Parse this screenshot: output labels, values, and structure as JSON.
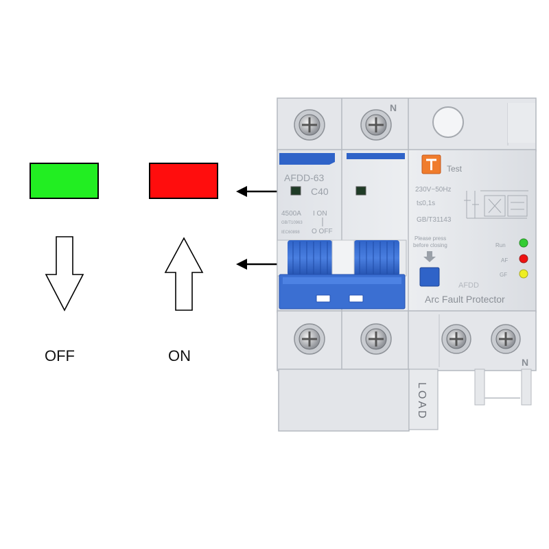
{
  "legend": {
    "off": {
      "label": "OFF",
      "color": "#22ee22",
      "arrow": "down-arrow"
    },
    "on": {
      "label": "ON",
      "color": "#ff0d0d",
      "arrow": "up-arrow"
    }
  },
  "device": {
    "top_terminal_label": "N",
    "bottom_terminal_label": "N",
    "model": "AFDD-63",
    "rating": "C40",
    "breaking_capacity": "4500A",
    "switch_on_mark": "I ON",
    "switch_off_mark": "O OFF",
    "standard_1": "GB/T10963",
    "standard_2": "IEC60898",
    "test_button_label": "Test",
    "voltage": "230V~50Hz",
    "trip_time": "t≤0,1s",
    "standard_3": "GB/T31143",
    "instruction": [
      "Please press",
      "before closing"
    ],
    "indicators": [
      {
        "label": "Run",
        "color": "#33cc33"
      },
      {
        "label": "AF",
        "color": "#ee1111"
      },
      {
        "label": "GF",
        "color": "#eeee22"
      }
    ],
    "brand": "AFDD",
    "product_name": "Arc Fault Protector",
    "load_label": "LOAD"
  }
}
